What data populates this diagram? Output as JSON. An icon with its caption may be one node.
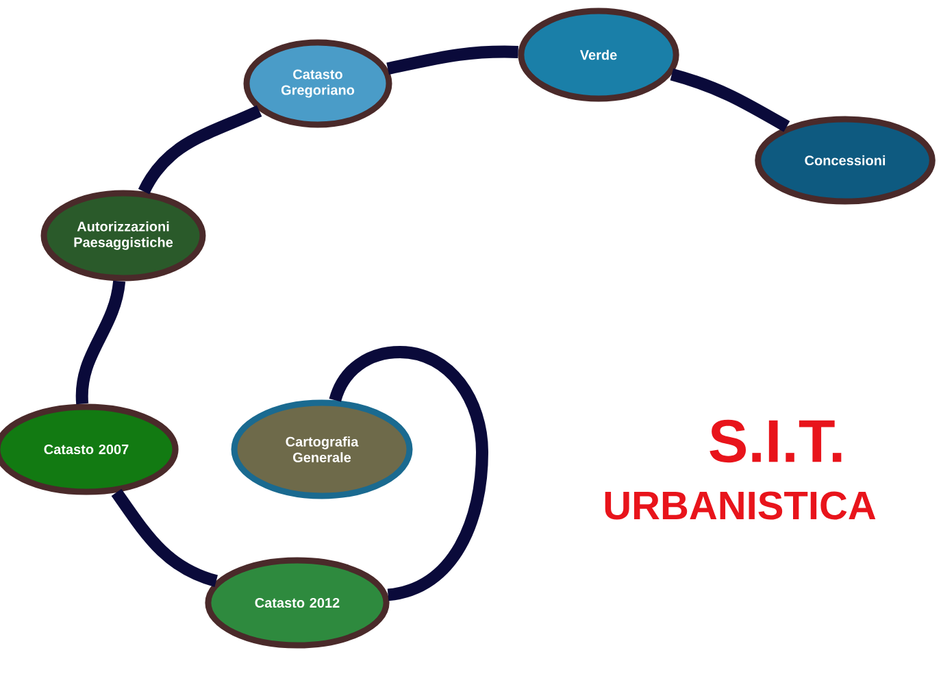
{
  "diagram": {
    "nodes": [
      {
        "text": [
          "Catasto Gregoriano"
        ]
      },
      {
        "text": [
          "Verde"
        ]
      },
      {
        "text": [
          "Concessioni"
        ]
      },
      {
        "text": [
          "Autorizzazioni Paesaggistiche"
        ]
      },
      {
        "text": [
          "Catasto 2007"
        ]
      },
      {
        "text": [
          "Cartografia Generale"
        ]
      },
      {
        "text": [
          "Catasto 2012"
        ]
      }
    ],
    "edges": [
      {
        "from": 2,
        "to": 1,
        "arrow": "none"
      },
      {
        "from": 1,
        "to": 0,
        "arrow": "none"
      },
      {
        "from": 0,
        "to": 3,
        "arrow": "none"
      },
      {
        "from": 3,
        "to": 4,
        "arrow": "none"
      },
      {
        "from": 4,
        "to": 6,
        "arrow": "none"
      },
      {
        "from": 6,
        "to": 5,
        "arrow": "none"
      }
    ],
    "labels": [
      "S.I.T.",
      "URBANISTICA"
    ]
  }
}
